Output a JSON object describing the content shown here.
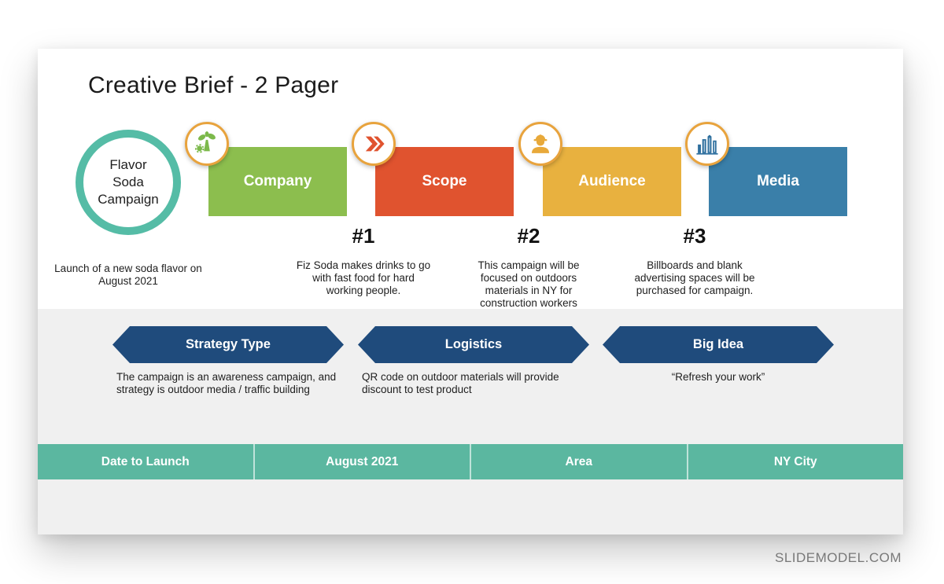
{
  "slide": {
    "title": "Creative Brief - 2 Pager",
    "intro": {
      "circle_label": "Flavor Soda Campaign",
      "description": "Launch of a new soda flavor on August 2021"
    },
    "steps": [
      {
        "label": "Company",
        "icon": "eco-plant-icon"
      },
      {
        "label": "Scope",
        "icon": "double-chevron-icon"
      },
      {
        "label": "Audience",
        "icon": "construction-worker-icon"
      },
      {
        "label": "Media",
        "icon": "buildings-icon"
      }
    ],
    "notes": [
      {
        "number": "#1",
        "text": "Fiz Soda makes drinks to go with fast food for hard working people."
      },
      {
        "number": "#2",
        "text": "This campaign will be focused on outdoors materials in NY for construction workers"
      },
      {
        "number": "#3",
        "text": "Billboards and blank advertising spaces will be purchased for campaign."
      }
    ],
    "banners": [
      {
        "label": "Strategy Type",
        "description": "The campaign is an awareness campaign, and strategy is outdoor media / traffic building"
      },
      {
        "label": "Logistics",
        "description": "QR code on outdoor materials will provide discount to test product"
      },
      {
        "label": "Big Idea",
        "description": "“Refresh your work”"
      }
    ],
    "table": {
      "cells": [
        "Date to Launch",
        "August 2021",
        "Area",
        "NY City"
      ]
    }
  },
  "footer": {
    "brand": "SLIDEMODEL.COM"
  },
  "colors": {
    "teal_circle": "#55BCA6",
    "company_green": "#8CBE4E",
    "scope_orange": "#E0532F",
    "audience_yellow": "#E8B13F",
    "media_blue": "#3A7FA9",
    "icon_ring_gold": "#E8A33D",
    "banner_navy": "#1F4B7C",
    "table_teal": "#5BB7A0",
    "band_gray": "#F0F0F0"
  }
}
